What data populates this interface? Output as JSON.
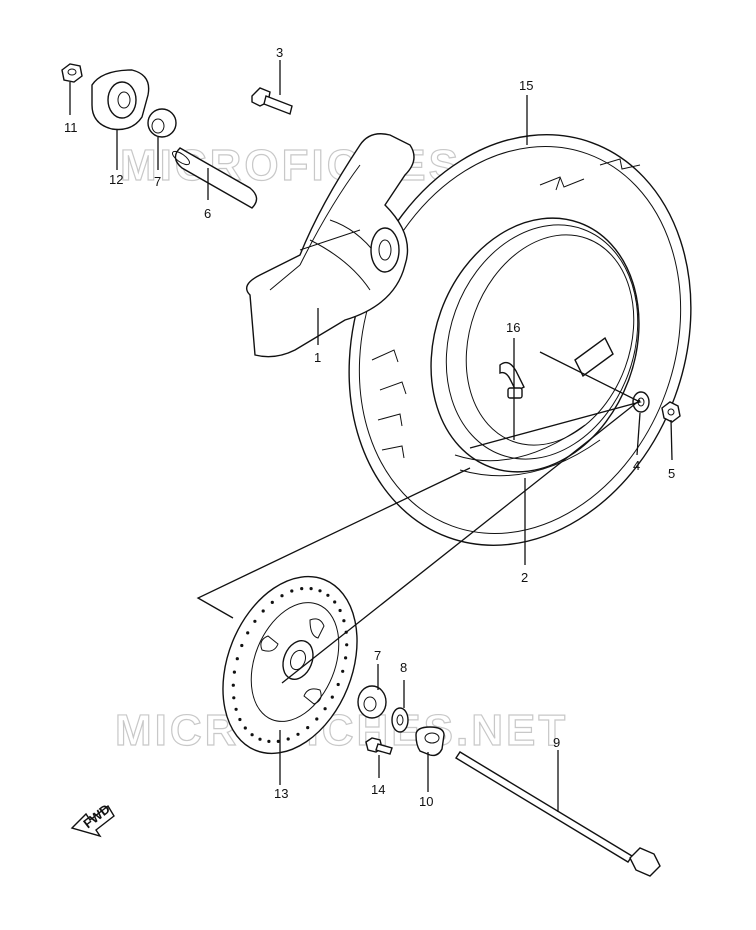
{
  "watermark": "MICROFICHES.NET",
  "fwd_label": "FWD",
  "callouts": [
    "1",
    "2",
    "3",
    "4",
    "5",
    "6",
    "7",
    "7",
    "8",
    "9",
    "10",
    "11",
    "12",
    "13",
    "14",
    "15",
    "16"
  ]
}
